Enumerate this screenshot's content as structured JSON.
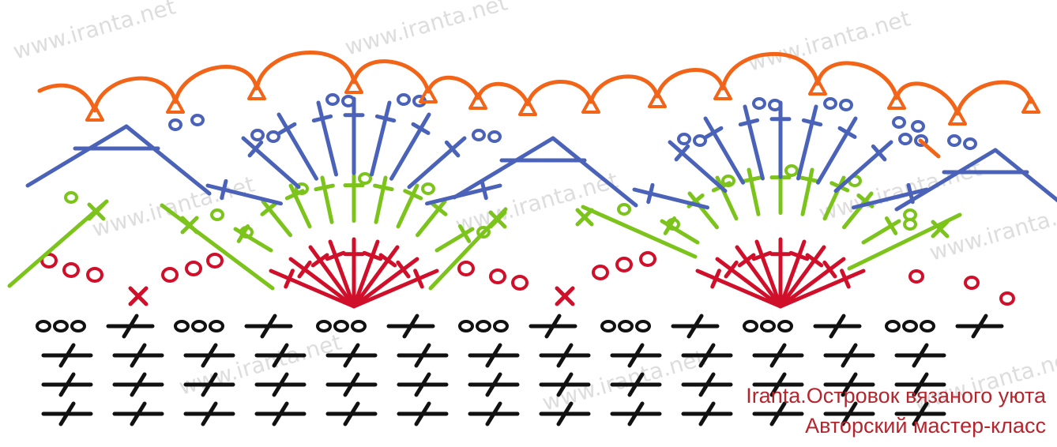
{
  "watermark_text": "www.iranta.net",
  "caption": {
    "line1": "Iranta.Островок вязаного уюта",
    "line2": "Авторский мастер-класс"
  },
  "colors": {
    "foundation": "#111111",
    "row1_fans": "#d0102a",
    "row2": "#7cc31c",
    "row3": "#4a62b8",
    "row4_picots": "#f26418",
    "caption": "#b3262e",
    "watermark": "#d8d8d8"
  },
  "symbols": {
    "chain": "oval (ch)",
    "double_crochet": "slashed cross (dc)",
    "single_crochet": "x (sc)",
    "picot": "triangle",
    "arc": "chain arch"
  },
  "structure": {
    "foundation_rows": 4,
    "repeats_per_row": 7,
    "fans": 2
  }
}
